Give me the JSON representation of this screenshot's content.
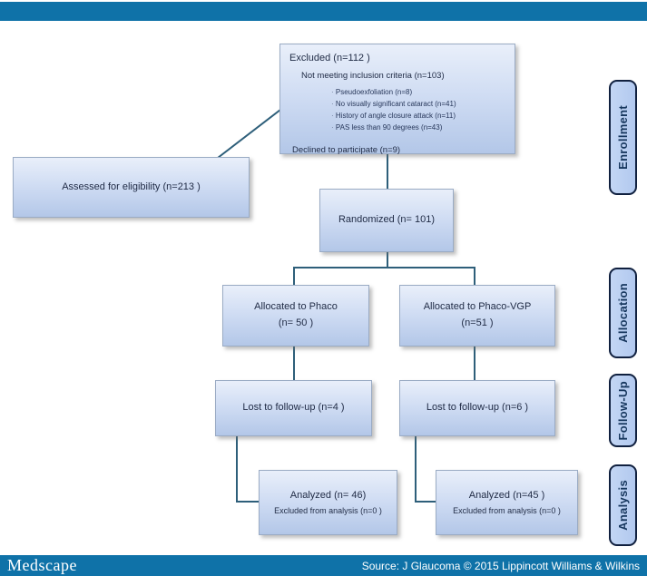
{
  "colors": {
    "bar_blue": "#0f72a8",
    "box_fill_top": "#e9effa",
    "box_fill_bottom": "#b3c7e8",
    "connector": "#2e5f7a",
    "stage_label_fill": "#b9cdf0",
    "stage_label_text": "#17375e"
  },
  "footer": {
    "brand": "Medscape",
    "source_text": "Source: J Glaucoma © 2015 Lippincott Williams & Wilkins"
  },
  "stages": [
    "Enrollment",
    "Allocation",
    "Follow-Up",
    "Analysis"
  ],
  "flow": {
    "excluded": {
      "title": "Excluded (n=112 )",
      "not_meeting": "Not meeting inclusion criteria (n=103)",
      "reasons": [
        "Pseudoexfoliation (n=8)",
        "No visually significant cataract (n=41)",
        "History of angle closure attack (n=11)",
        "PAS less than 90 degrees (n=43)"
      ],
      "declined": "Declined to participate (n=9)"
    },
    "assessed": "Assessed for eligibility (n=213 )",
    "randomized": "Randomized (n= 101)",
    "alloc_left": {
      "line1": "Allocated to Phaco",
      "line2": "(n= 50 )"
    },
    "alloc_right": {
      "line1": "Allocated to Phaco-VGP",
      "line2": "(n=51 )"
    },
    "lost_left": "Lost to follow-up (n=4 )",
    "lost_right": "Lost to follow-up (n=6 )",
    "analyzed_left": {
      "line1": "Analyzed (n= 46)",
      "line2": "Excluded from analysis (n=0 )"
    },
    "analyzed_right": {
      "line1": "Analyzed (n=45 )",
      "line2": "Excluded from analysis (n=0 )"
    }
  }
}
